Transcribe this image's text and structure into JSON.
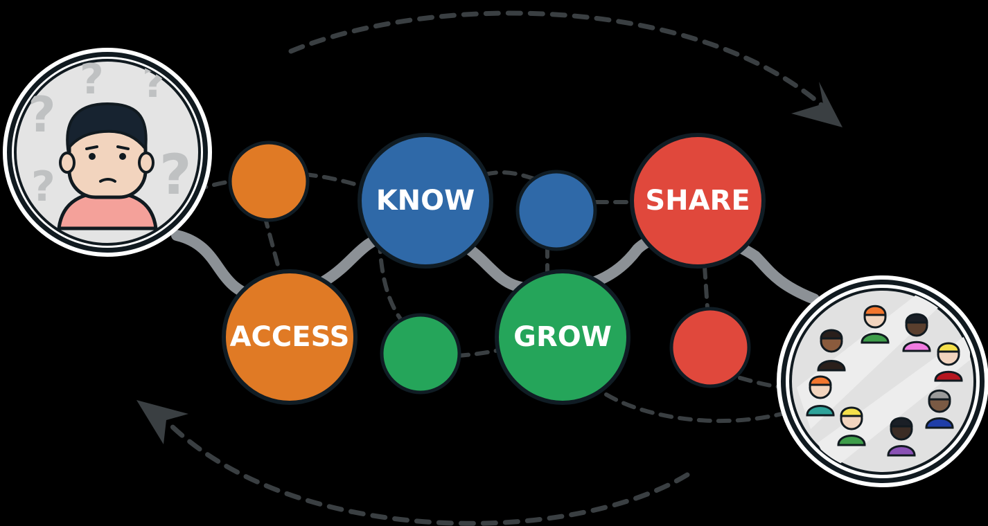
{
  "diagram": {
    "nodes": {
      "access": {
        "label": "ACCESS",
        "color": "#E07A25"
      },
      "know": {
        "label": "KNOW",
        "color": "#2F69A8"
      },
      "grow": {
        "label": "GROW",
        "color": "#25A55A"
      },
      "share": {
        "label": "SHARE",
        "color": "#E0483C"
      }
    },
    "small_node_colors": [
      "#E07A25",
      "#2F69A8",
      "#25A55A",
      "#E0483C"
    ],
    "outline_color": "#101C24",
    "dashed_color": "#3A3F42",
    "path_color": "#8C9196",
    "left_portrait": {
      "icon": "confused-person-icon",
      "question_marks": "question-mark-icon"
    },
    "right_portrait": {
      "icon": "community-group-icon"
    }
  }
}
